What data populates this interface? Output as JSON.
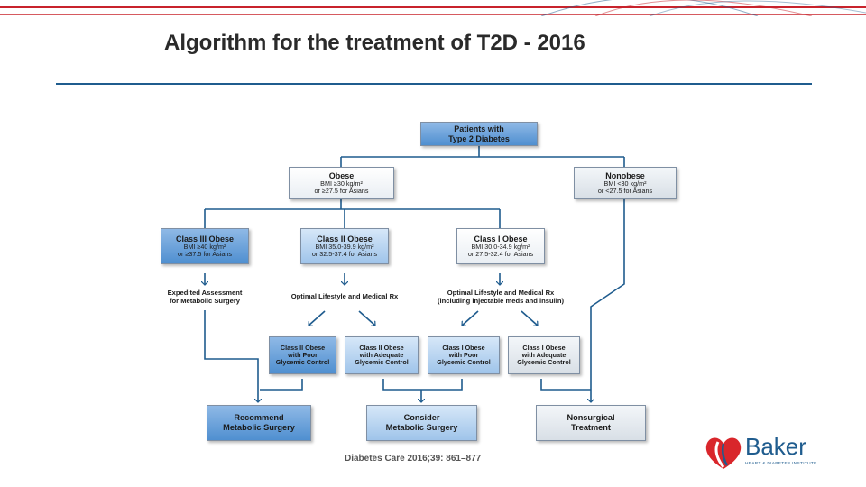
{
  "slide": {
    "title": "Algorithm for the treatment of T2D - 2016",
    "citation": "Diabetes Care 2016;39: 861–877"
  },
  "logo": {
    "name": "Baker",
    "subtitle": "HEART & DIABETES INSTITUTE"
  },
  "flow": {
    "patients": {
      "line1": "Patients with",
      "line2": "Type 2 Diabetes"
    },
    "obese": {
      "title": "Obese",
      "line1": "BMI ≥30 kg/m²",
      "line2": "or ≥27.5 for Asians"
    },
    "nonobese": {
      "title": "Nonobese",
      "line1": "BMI <30 kg/m²",
      "line2": "or <27.5 for Asians"
    },
    "class3": {
      "title": "Class III Obese",
      "line1": "BMI ≥40 kg/m²",
      "line2": "or ≥37.5 for Asians"
    },
    "class2": {
      "title": "Class II Obese",
      "line1": "BMI 35.0-39.9 kg/m²",
      "line2": "or 32.5-37.4 for Asians"
    },
    "class1": {
      "title": "Class I Obese",
      "line1": "BMI 30.0-34.9 kg/m²",
      "line2": "or 27.5-32.4 for Asians"
    },
    "expedited": {
      "line1": "Expedited Assessment",
      "line2": "for Metabolic Surgery"
    },
    "lifestyle2": {
      "line1": "Optimal Lifestyle and Medical Rx"
    },
    "lifestyle1": {
      "line1": "Optimal Lifestyle and Medical Rx",
      "line2": "(including injectable meds and insulin)"
    },
    "c2poor": {
      "line1": "Class II Obese",
      "line2": "with Poor",
      "line3": "Glycemic Control"
    },
    "c2adequate": {
      "line1": "Class II Obese",
      "line2": "with Adequate",
      "line3": "Glycemic Control"
    },
    "c1poor": {
      "line1": "Class I Obese",
      "line2": "with Poor",
      "line3": "Glycemic Control"
    },
    "c1adequate": {
      "line1": "Class I Obese",
      "line2": "with Adequate",
      "line3": "Glycemic Control"
    },
    "recommend": {
      "line1": "Recommend",
      "line2": "Metabolic Surgery"
    },
    "consider": {
      "line1": "Consider",
      "line2": "Metabolic Surgery"
    },
    "nonsurgical": {
      "line1": "Nonsurgical",
      "line2": "Treatment"
    }
  },
  "colors": {
    "line": "#1f5c8e",
    "title_rule": "#1f5c8e",
    "dark_box": "#5b97d4",
    "mid_box": "#b7d3ef",
    "light_box": "#e3e8ee",
    "brand_red": "#d9262b"
  }
}
